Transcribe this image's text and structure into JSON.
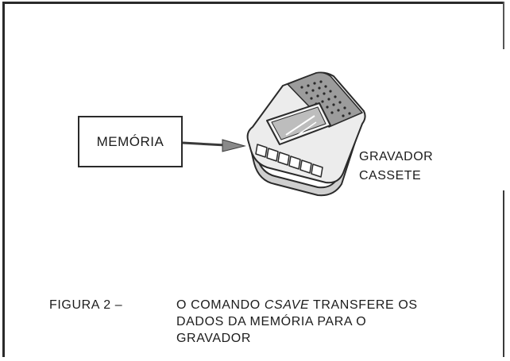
{
  "figure": {
    "memory_label": "MEMÓRIA",
    "recorder_label_line1": "GRAVADOR",
    "recorder_label_line2": "CASSETE"
  },
  "caption": {
    "label": "FIGURA 2 –",
    "text_before": "O COMANDO ",
    "command": "CSAVE",
    "text_after_line1": " TRANSFERE OS",
    "text_line2": "DADOS DA MEMÓRIA PARA O",
    "text_line3": "GRAVADOR"
  }
}
